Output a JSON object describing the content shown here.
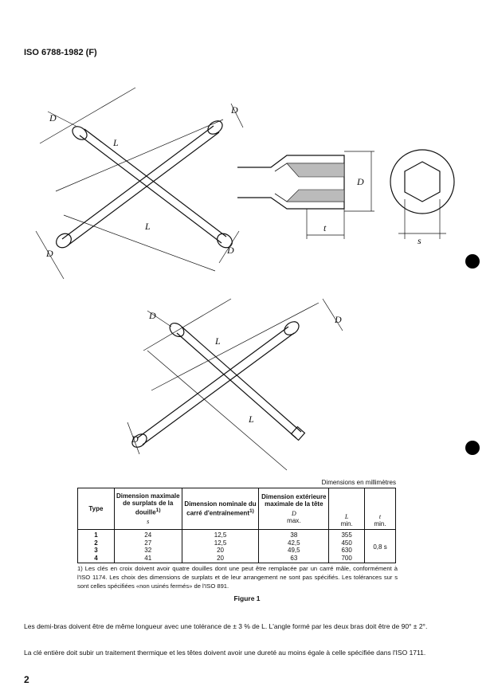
{
  "header": {
    "standard_id": "ISO 6788-1982 (F)"
  },
  "figure": {
    "labels": {
      "D": "D",
      "L": "L",
      "t": "t",
      "s": "s"
    },
    "caption": "Figure 1"
  },
  "table": {
    "units_note": "Dimensions en millimètres",
    "headers": {
      "type": "Type",
      "s": "Dimension maximale de surplats de la douille",
      "s_sup": "1)",
      "s_sym": "s",
      "nominal": "Dimension nominale du carré d'entraînement",
      "nominal_sup": "1)",
      "D": "Dimension extérieure maximale de la tête",
      "D_sym": "D",
      "D_sub": "max.",
      "L_sym": "L",
      "L_sub": "min.",
      "t_sym": "t",
      "t_sub": "min."
    },
    "rows": [
      {
        "type": "1",
        "s": "24",
        "nominal": "12,5",
        "D": "38",
        "L": "355"
      },
      {
        "type": "2",
        "s": "27",
        "nominal": "12,5",
        "D": "42,5",
        "L": "450"
      },
      {
        "type": "3",
        "s": "32",
        "nominal": "20",
        "D": "49,5",
        "L": "630"
      },
      {
        "type": "4",
        "s": "41",
        "nominal": "20",
        "D": "63",
        "L": "700"
      }
    ],
    "t_value": "0,8 s",
    "footnote": "1)   Les clés en croix doivent avoir quatre douilles dont une peut être remplacée par un carré mâle, conformément à l'ISO 1174. Les choix des dimensions de surplats et de leur arrangement ne sont pas spécifiés. Les tolérances sur s sont celles spécifiées «non usinés fermés» de l'ISO 891."
  },
  "body": {
    "paragraph1": "Les demi-bras doivent être de même longueur avec une tolérance de ± 3 % de L. L'angle formé par les deux bras doit être de 90° ± 2°.",
    "paragraph2": "La clé entière doit subir un traitement thermique et les têtes doivent avoir une dureté au moins égale à celle spécifiée dans l'ISO 1711."
  },
  "footer": {
    "page_number": "2"
  }
}
